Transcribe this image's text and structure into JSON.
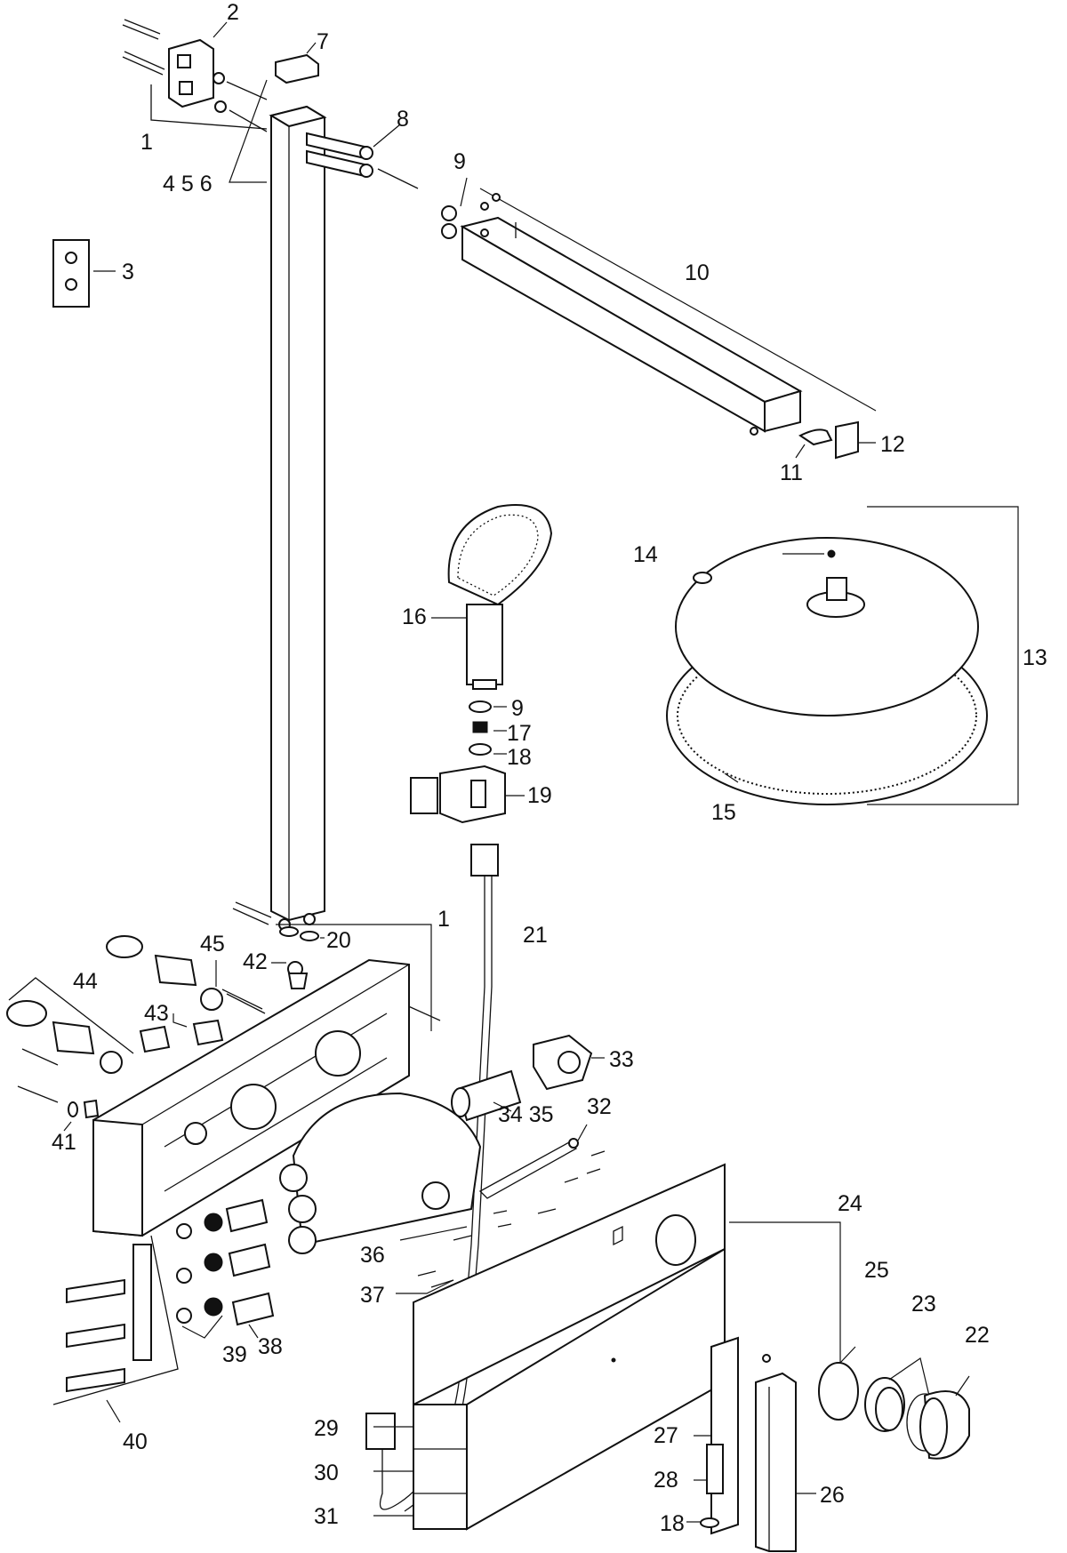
{
  "diagram": {
    "type": "exploded-parts-view",
    "labels": {
      "p1a": "1",
      "p2": "2",
      "p3": "3",
      "p456": "4 5 6",
      "p7": "7",
      "p8": "8",
      "p9a": "9",
      "p10": "10",
      "p11": "11",
      "p12": "12",
      "p13": "13",
      "p14": "14",
      "p15": "15",
      "p16": "16",
      "p9b": "9",
      "p17": "17",
      "p18a": "18",
      "p19": "19",
      "p1b": "1",
      "p20": "20",
      "p21": "21",
      "p45": "45",
      "p42": "42",
      "p44": "44",
      "p43": "43",
      "p41": "41",
      "p33": "33",
      "p34_35": "34 35",
      "p32": "32",
      "p24": "24",
      "p25": "25",
      "p23": "23",
      "p22": "22",
      "p36": "36",
      "p37": "37",
      "p38": "38",
      "p39": "39",
      "p40": "40",
      "p29": "29",
      "p30": "30",
      "p31": "31",
      "p27": "27",
      "p28": "28",
      "p26": "26",
      "p18b": "18"
    }
  }
}
